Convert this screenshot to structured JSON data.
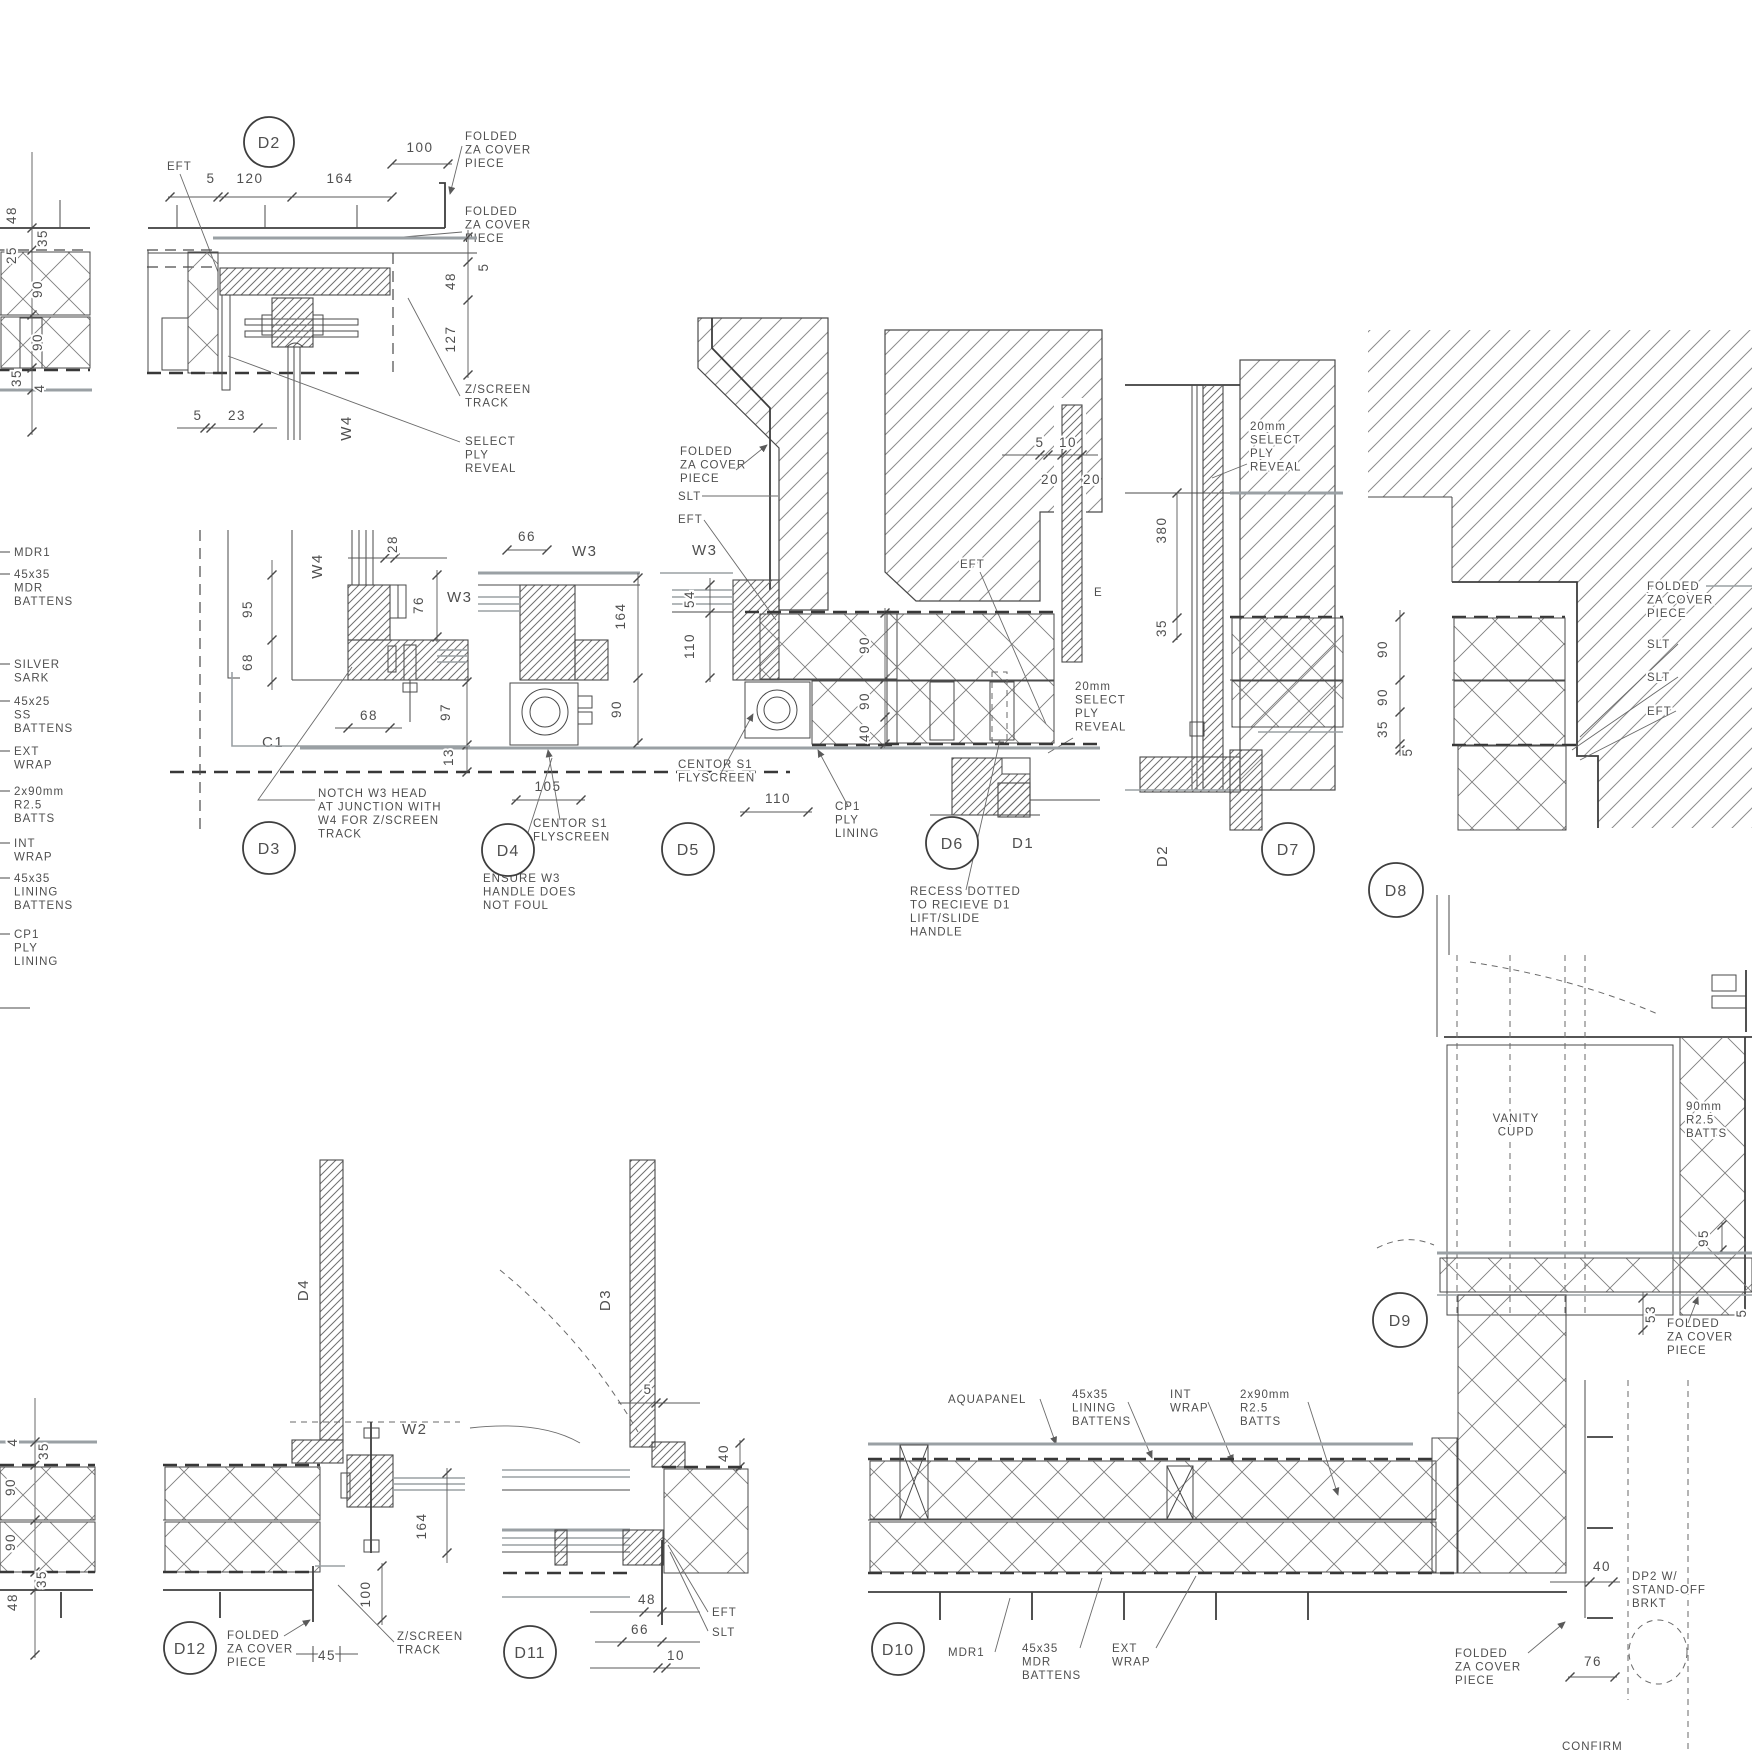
{
  "sheet": {
    "background": "#ffffff",
    "line_color": "#4a4a4a",
    "lining_gray": "#9aa0a4"
  },
  "legend": {
    "items": [
      "MDR1",
      "45x35\nMDR\nBATTENS",
      "SILVER\nSARK",
      "45x25\nSS\nBATTENS",
      "EXT\nWRAP",
      "2x90mm\nR2.5\nBATTS",
      "INT\nWRAP",
      "45x35\nLINING\nBATTENS",
      "CP1\nPLY\nLINING"
    ]
  },
  "d2": {
    "tag": "D2",
    "eft": "EFT",
    "w4": "W4",
    "folded_top": "FOLDED\nZA COVER\nPIECE",
    "folded_mid": "FOLDED\nZA COVER\nPIECE",
    "zscreen": "Z/SCREEN\nTRACK",
    "reveal": "SELECT\nPLY\nREVEAL",
    "d100": "100",
    "d5a": "5",
    "d120": "120",
    "d164": "164",
    "d48": "48",
    "d5b": "5",
    "d127": "127",
    "d5c": "5",
    "d23": "23",
    "frag": {
      "f48": "48",
      "f35a": "35",
      "f25": "25",
      "f90a": "90",
      "f90b": "90",
      "f35b": "35",
      "f4": "4"
    }
  },
  "d3": {
    "tag": "D3",
    "w4": "W4",
    "w3": "W3",
    "c1": "C1",
    "note": "NOTCH W3 HEAD\nAT JUNCTION WITH\nW4 FOR Z/SCREEN\nTRACK",
    "d28": "28",
    "d76": "76",
    "d95": "95",
    "d68a": "68",
    "d68b": "68",
    "d97": "97",
    "d13": "13"
  },
  "d4": {
    "tag": "D4",
    "w3": "W3",
    "d66": "66",
    "d164": "164",
    "d90": "90",
    "d105": "105",
    "centor": "CENTOR S1\nFLYSCREEN",
    "ensure": "ENSURE W3\nHANDLE DOES\nNOT FOUL"
  },
  "d5": {
    "tag": "D5",
    "w3": "W3",
    "folded": "FOLDED\nZA COVER\nPIECE",
    "slt": "SLT",
    "eft": "EFT",
    "d54": "54",
    "d110a": "110",
    "d110b": "110",
    "d90a": "90",
    "d90b": "90",
    "d40": "40",
    "centor": "CENTOR S1\nFLYSCREEN",
    "cp1": "CP1\nPLY\nLINING"
  },
  "d6": {
    "tag": "D6",
    "door": "D1",
    "eft": "EFT",
    "e": "E",
    "d5": "5",
    "d10": "10",
    "d20a": "20",
    "d20b": "20",
    "reveal": "20mm\nSELECT\nPLY\nREVEAL",
    "recess": "RECESS DOTTED\nTO RECIEVE D1\nLIFT/SLIDE\nHANDLE"
  },
  "d7": {
    "tag": "D7",
    "reveal": "20mm\nSELECT\nPLY\nREVEAL",
    "d380": "380",
    "d35": "35",
    "door": "D2"
  },
  "d8": {
    "tag": "D8",
    "folded": "FOLDED\nZA COVER\nPIECE",
    "slt_a": "SLT",
    "slt_b": "SLT",
    "eft": "EFT",
    "d90a": "90",
    "d90b": "90",
    "d35": "35",
    "d5": "5"
  },
  "d9": {
    "tag": "D9",
    "vanity": "VANITY\nCUPD",
    "batts": "90mm\nR2.5\nBATTS",
    "d95": "95",
    "d53": "53",
    "d5": "5",
    "folded": "FOLDED\nZA COVER\nPIECE"
  },
  "d10": {
    "tag": "D10",
    "aquapanel": "AQUAPANEL",
    "lining": "45x35\nLINING\nBATTENS",
    "intwrap": "INT\nWRAP",
    "batts": "2x90mm\nR2.5\nBATTS",
    "mdr1": "MDR1",
    "mdr": "45x35\nMDR\nBATTENS",
    "extwrap": "EXT\nWRAP",
    "d40": "40",
    "d76": "76",
    "dp2": "DP2 W/\nSTAND-OFF\nBRKT",
    "folded": "FOLDED\nZA COVER\nPIECE",
    "confirm": "CONFIRM"
  },
  "d11": {
    "tag": "D11",
    "win": "D3",
    "d5": "5",
    "d40": "40",
    "d48": "48",
    "d66": "66",
    "d10": "10",
    "eft": "EFT",
    "slt": "SLT"
  },
  "d12": {
    "tag": "D12",
    "win": "D4",
    "w2": "W2",
    "d164": "164",
    "d100": "100",
    "d45": "45",
    "folded": "FOLDED\nZA COVER\nPIECE",
    "zscreen": "Z/SCREEN\nTRACK",
    "frag": {
      "f4": "4",
      "f35a": "35",
      "f90a": "90",
      "f90b": "90",
      "f35b": "35",
      "f48": "48"
    }
  }
}
